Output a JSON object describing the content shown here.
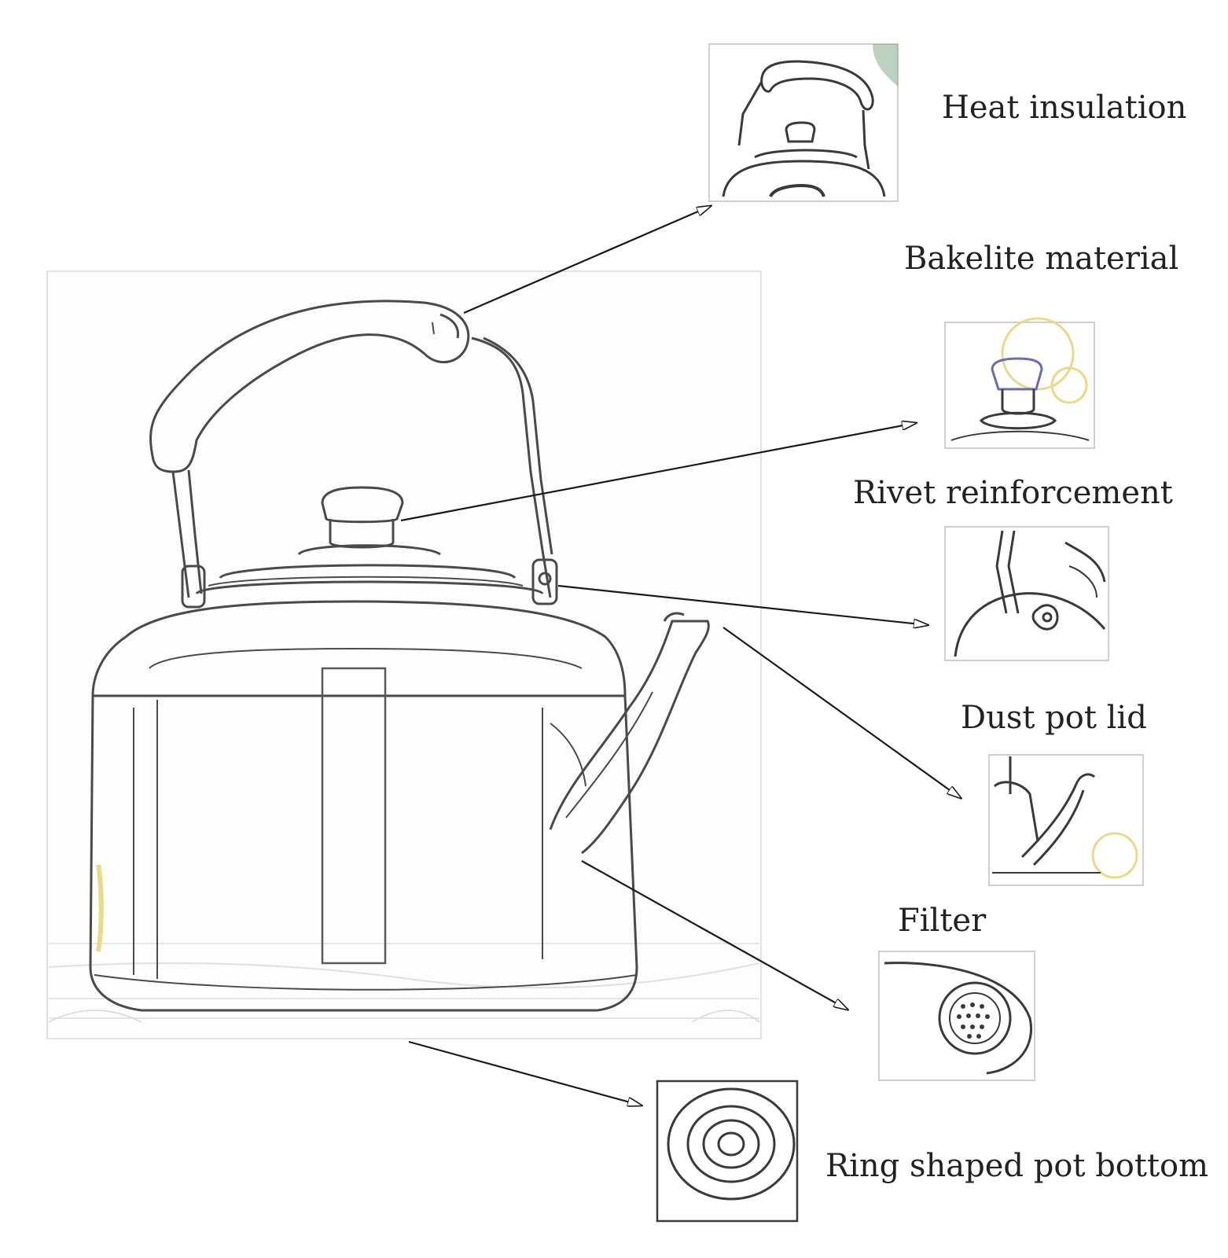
{
  "labels": {
    "heat_insulation": "Heat insulation",
    "bakelite_material": "Bakelite material",
    "rivet_reinforcement": "Rivet reinforcement",
    "dust_pot_lid": "Dust pot lid",
    "filter": "Filter",
    "ring_shaped_pot_bottom": "Ring shaped pot bottom"
  },
  "colors": {
    "line": "#1a1a1a",
    "sketch": "#4a4a4a",
    "frame": "#cfcfcf",
    "accent_yellow": "#e9d98a",
    "accent_green": "#3f7a4a"
  }
}
